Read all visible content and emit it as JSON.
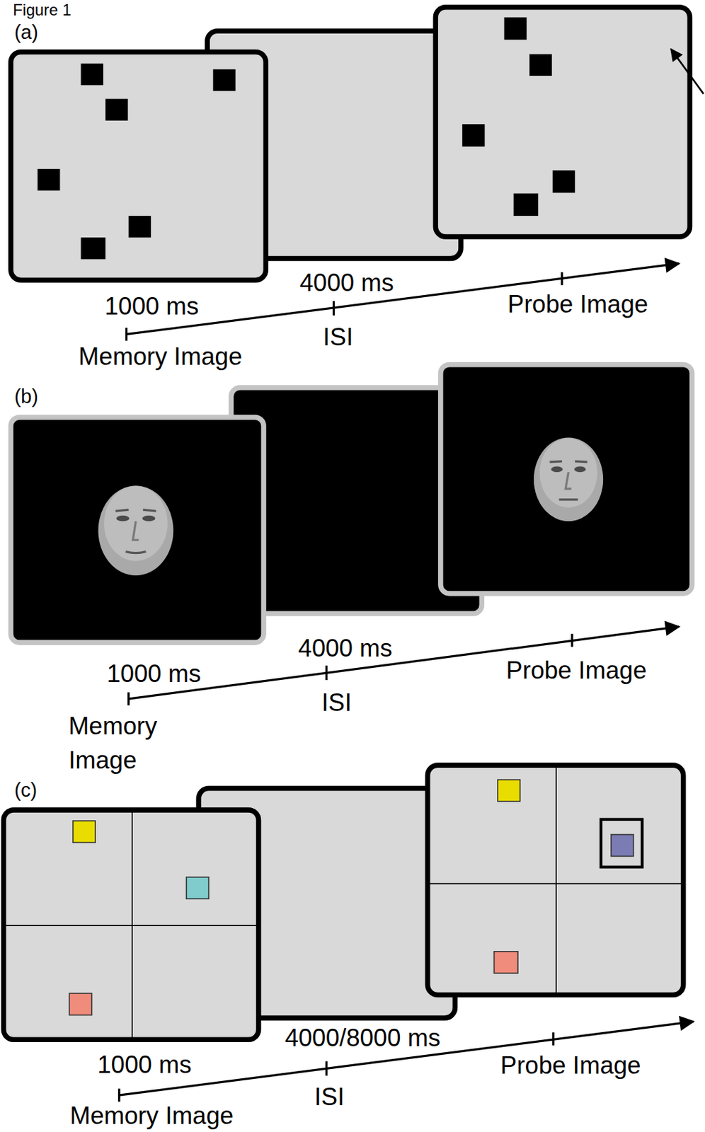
{
  "diagram": {
    "labels": [
      "Figure 1",
      "(a)",
      "1000 ms",
      "Memory Image",
      "4000 ms",
      "ISI",
      "Probe Image",
      "(b)",
      "1000 ms",
      "Memory Image",
      "4000 ms",
      "ISI",
      "Probe Image",
      "(c)",
      "1000 ms",
      "Memory Image",
      "4000/8000 ms",
      "ISI",
      "Probe Image"
    ]
  }
}
